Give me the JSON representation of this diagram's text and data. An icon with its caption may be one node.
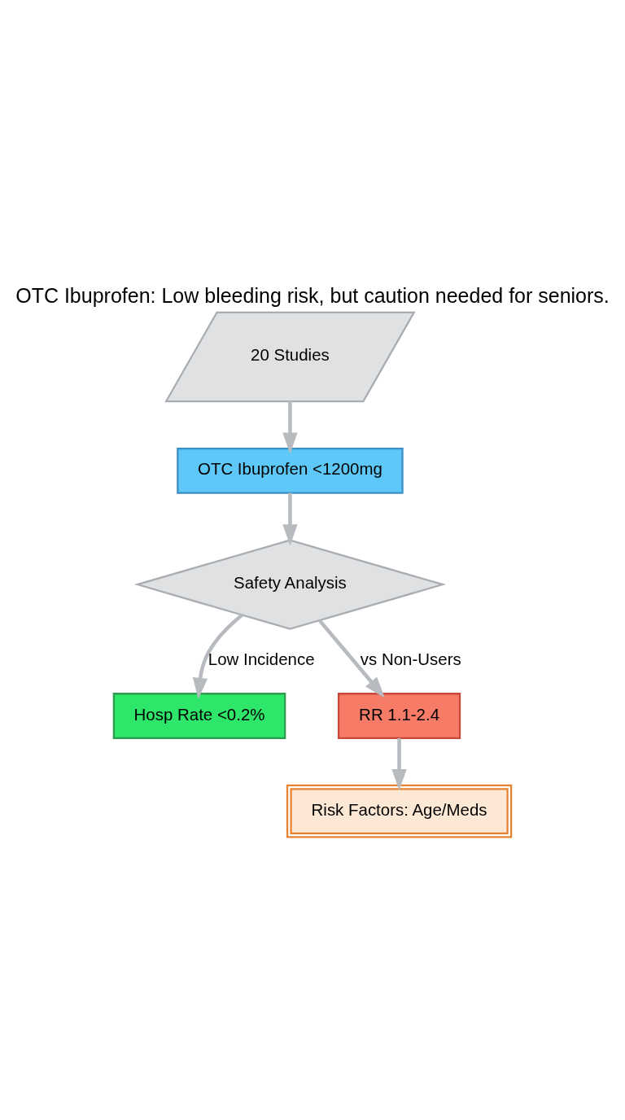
{
  "diagram": {
    "title": "OTC Ibuprofen: Low bleeding risk, but caution needed for seniors.",
    "nodes": [
      {
        "text": [
          "20 Studies"
        ]
      },
      {
        "text": [
          "OTC Ibuprofen <1200mg"
        ]
      },
      {
        "text": [
          "Safety Analysis"
        ]
      },
      {
        "text": [
          "Hosp Rate <0.2%"
        ]
      },
      {
        "text": [
          "RR 1.1-2.4"
        ]
      },
      {
        "text": [
          "Risk Factors: Age/Meds"
        ]
      }
    ],
    "edges": [
      {
        "from": 0,
        "to": 1,
        "arrow": "to"
      },
      {
        "from": 1,
        "to": 2,
        "arrow": "to"
      },
      {
        "from": 2,
        "to": 3,
        "arrow": "to",
        "label": "Low Incidence"
      },
      {
        "from": 2,
        "to": 4,
        "arrow": "to",
        "label": "vs Non-Users"
      },
      {
        "from": 4,
        "to": 5,
        "arrow": "to"
      }
    ]
  }
}
